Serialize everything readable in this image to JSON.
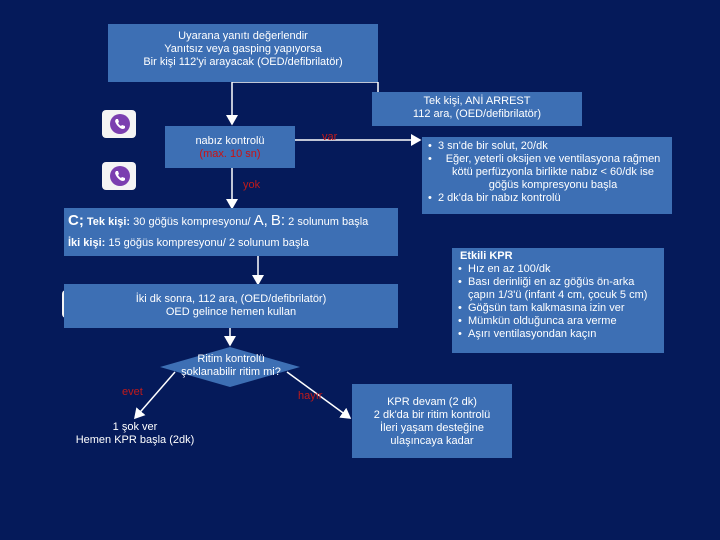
{
  "colors": {
    "background": "#051a5a",
    "box": "#3d6fb4",
    "text": "#ffffff",
    "label_red": "#cc1111"
  },
  "icons": [
    "phone-icon"
  ],
  "boxes": {
    "top": {
      "lines": [
        "Uyarana yanıtı değerlendir",
        "Yanıtsız veya gasping yapıyorsa",
        "Bir kişi 112'yi arayacak (OED/defibrilatör)"
      ]
    },
    "arrest": {
      "lines": [
        "Tek kişi, ANİ ARREST",
        "112 ara, (OED/defibrilatör)"
      ]
    },
    "pulse": {
      "line1": "nabız kontrolü",
      "line2": "(max. 10 sn)"
    },
    "rescue": {
      "items": [
        "3 sn'de bir solut, 20/dk",
        "Eğer, yeterli oksijen ve ventilasyona rağmen kötü perfüzyonla birlikte nabız < 60/dk ise göğüs kompresyonu başla",
        "2 dk'da bir nabız kontrolü"
      ]
    },
    "cab": {
      "c": "C;",
      "tek_prefix": "Tek kişi:",
      "tek_text": "30 göğüs kompresyonu/",
      "a": "A,",
      "b": "B:",
      "b_text": "2 solunum başla",
      "iki_prefix": "İki kişi:",
      "iki_text": "15 göğüs kompresyonu/ 2 solunum başla"
    },
    "kpr": {
      "title": "Etkili KPR",
      "items": [
        "Hız en az 100/dk",
        "Bası derinliği en az göğüs ön-arka çapın 1/3'ü (infant 4 cm, çocuk 5 cm)",
        "Göğsün tam kalkmasına izin ver",
        "Mümkün olduğunca ara verme",
        "Aşırı ventilasyondan kaçın"
      ]
    },
    "two_min": {
      "lines": [
        "İki dk sonra, 112 ara, (OED/defibrilatör)",
        "OED gelince hemen kullan"
      ]
    },
    "rhythm": {
      "lines": [
        "Ritim kontrolü",
        "şoklanabilir ritim mi?"
      ]
    },
    "shock": {
      "lines": [
        "1 şok ver",
        "Hemen KPR başla (2dk)"
      ]
    },
    "continue": {
      "lines": [
        "KPR devam (2 dk)",
        "2 dk'da bir ritim kontrolü",
        "İleri yaşam desteğine",
        "ulaşıncaya kadar"
      ]
    }
  },
  "labels": {
    "var": "var",
    "yok": "yok",
    "evet": "evet",
    "hayir": "hayır"
  }
}
